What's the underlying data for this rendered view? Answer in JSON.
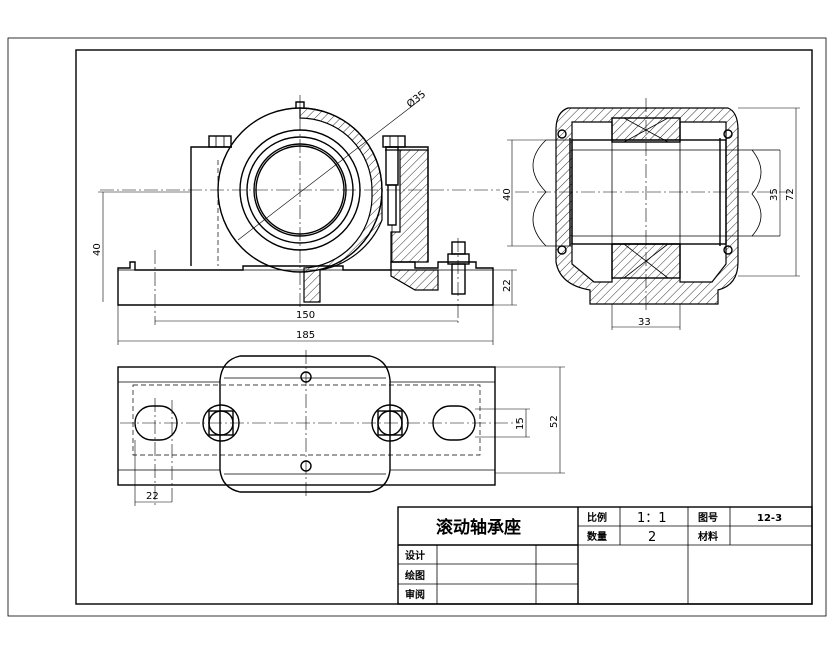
{
  "dimensions": {
    "dia35": "Ø35",
    "height40_front": "40",
    "height22": "22",
    "width150": "150",
    "width185": "185",
    "dia40_side": "40",
    "dia35_side": "35",
    "height72": "72",
    "width33": "33",
    "width52": "52",
    "width15": "15",
    "width22_top": "22"
  },
  "title_block": {
    "title": "滚动轴承座",
    "scale_label": "比例",
    "scale_value": "1：1",
    "quantity_label": "数量",
    "quantity_value": "2",
    "drawing_no_label": "图号",
    "drawing_no_value": "12-3",
    "material_label": "材料",
    "material_value": "",
    "design_label": "设计",
    "drafting_label": "绘图",
    "review_label": "审阅"
  }
}
